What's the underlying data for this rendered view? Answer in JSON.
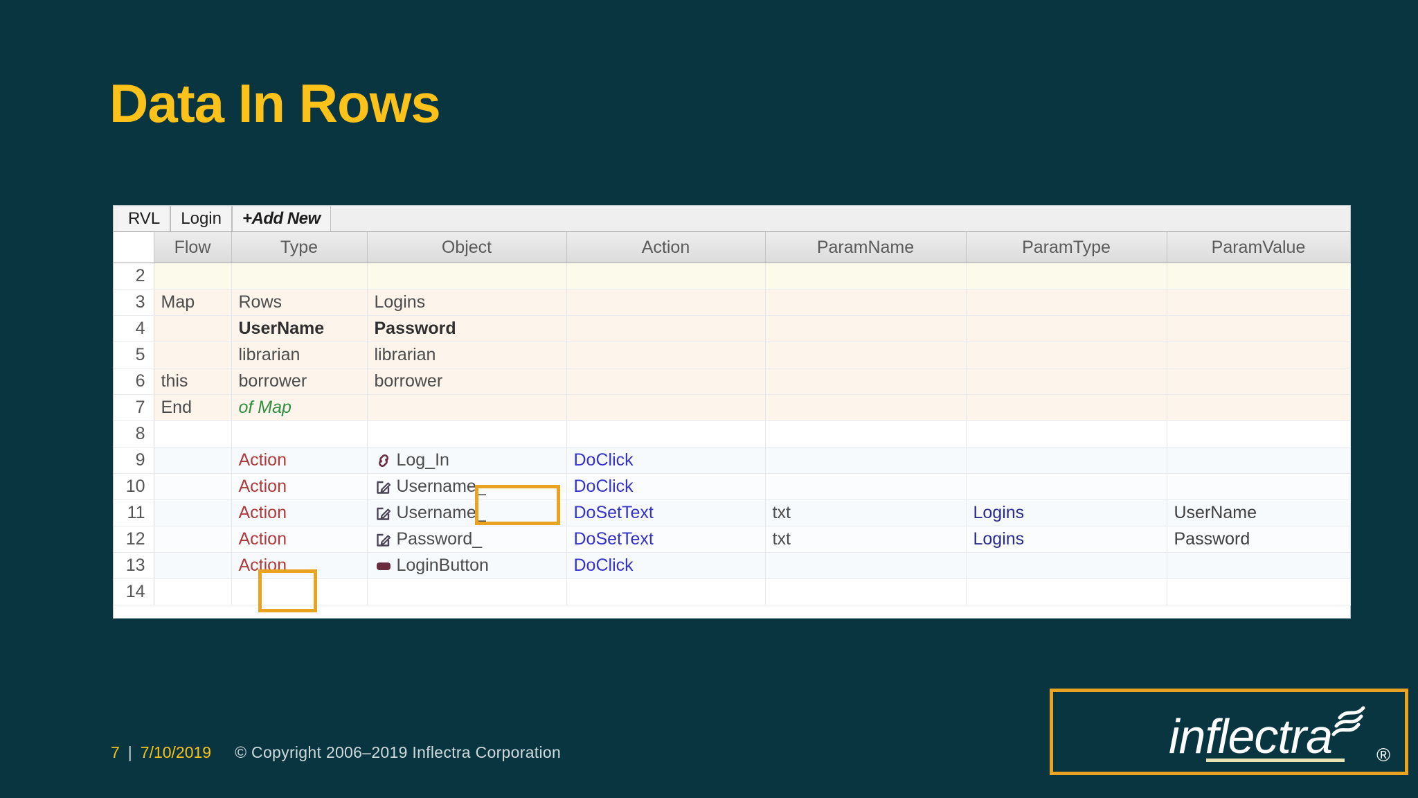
{
  "slide": {
    "title": "Data In Rows",
    "background_color": "#083540",
    "accent_color": "#fcc219",
    "highlight_color": "#e9a321"
  },
  "sheet": {
    "tabs": [
      {
        "label": "RVL"
      },
      {
        "label": "Login"
      },
      {
        "label": "+Add New"
      }
    ],
    "columns": [
      "Flow",
      "Type",
      "Object",
      "Action",
      "ParamName",
      "ParamType",
      "ParamValue"
    ],
    "rows": [
      {
        "num": "2",
        "flow": "",
        "type": "",
        "object": "",
        "object_icon": "",
        "action": "",
        "paramname": "",
        "paramtype": "",
        "paramvalue": ""
      },
      {
        "num": "3",
        "flow": "Map",
        "type": "Rows",
        "object": "Logins",
        "object_icon": "",
        "action": "",
        "paramname": "",
        "paramtype": "",
        "paramvalue": ""
      },
      {
        "num": "4",
        "flow": "",
        "type": "UserName",
        "object": "Password",
        "object_icon": "",
        "action": "",
        "paramname": "",
        "paramtype": "",
        "paramvalue": ""
      },
      {
        "num": "5",
        "flow": "",
        "type": "librarian",
        "object": "librarian",
        "object_icon": "",
        "action": "",
        "paramname": "",
        "paramtype": "",
        "paramvalue": ""
      },
      {
        "num": "6",
        "flow": "this",
        "type": "borrower",
        "object": "borrower",
        "object_icon": "",
        "action": "",
        "paramname": "",
        "paramtype": "",
        "paramvalue": ""
      },
      {
        "num": "7",
        "flow": "End",
        "type": "of Map",
        "object": "",
        "object_icon": "",
        "action": "",
        "paramname": "",
        "paramtype": "",
        "paramvalue": ""
      },
      {
        "num": "8",
        "flow": "",
        "type": "",
        "object": "",
        "object_icon": "",
        "action": "",
        "paramname": "",
        "paramtype": "",
        "paramvalue": ""
      },
      {
        "num": "9",
        "flow": "",
        "type": "Action",
        "object": "Log_In",
        "object_icon": "link-icon",
        "action": "DoClick",
        "paramname": "",
        "paramtype": "",
        "paramvalue": ""
      },
      {
        "num": "10",
        "flow": "",
        "type": "Action",
        "object": "Username_",
        "object_icon": "edit-icon",
        "action": "DoClick",
        "paramname": "",
        "paramtype": "",
        "paramvalue": ""
      },
      {
        "num": "11",
        "flow": "",
        "type": "Action",
        "object": "Username_",
        "object_icon": "edit-icon",
        "action": "DoSetText",
        "paramname": "txt",
        "paramtype": "Logins",
        "paramvalue": "UserName"
      },
      {
        "num": "12",
        "flow": "",
        "type": "Action",
        "object": "Password_",
        "object_icon": "edit-icon",
        "action": "DoSetText",
        "paramname": "txt",
        "paramtype": "Logins",
        "paramvalue": "Password"
      },
      {
        "num": "13",
        "flow": "",
        "type": "Action",
        "object": "LoginButton",
        "object_icon": "button-icon",
        "action": "DoClick",
        "paramname": "",
        "paramtype": "",
        "paramvalue": ""
      },
      {
        "num": "14",
        "flow": "",
        "type": "",
        "object": "",
        "object_icon": "",
        "action": "",
        "paramname": "",
        "paramtype": "",
        "paramvalue": ""
      }
    ]
  },
  "footer": {
    "page": "7",
    "separator": "|",
    "date": "7/10/2019",
    "copyright": "© Copyright 2006–2019 Inflectra Corporation"
  },
  "logo": {
    "word": "inflectra",
    "registered": "®"
  }
}
